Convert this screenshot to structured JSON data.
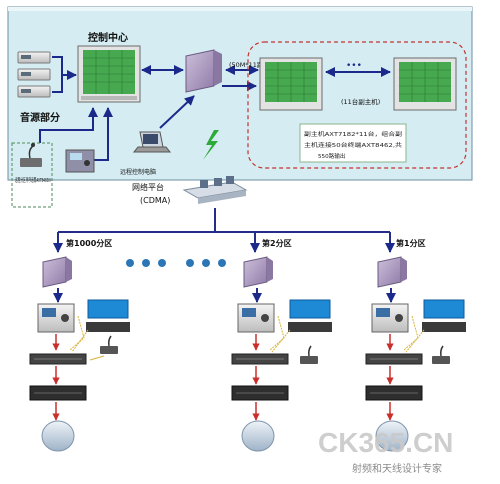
{
  "labels": {
    "control_center": "控制中心",
    "audio_source": "音源部分",
    "remote_control": "远程控制电脑",
    "remote_paging": "远程分区寻呼话筒AXT8465IV",
    "link_50m": "(50M*11路)",
    "host_count": "(11台副主机)",
    "ellipsis": "•••",
    "info_line1": "副主机AXT7182*11台，组合副",
    "info_line2": "主机连接50台终端AXT8462,共",
    "info_line3": "550路输出",
    "network_1": "网络平台",
    "network_2": "(CDMA)",
    "zone_1000": "第1000分区",
    "zone_2": "第2分区",
    "zone_1": "第1分区",
    "watermark_main": "CK365.CN",
    "watermark_sub": "射频和天线设计专家"
  },
  "colors": {
    "link_arrow": "#1b2a8a",
    "zone_line": "#232c8a",
    "center_bg": "#d5edf2",
    "dashed_border": "#c4332f",
    "monitor_screen": "#46a84f",
    "lightning": "#2eaa3a",
    "dots": "#2c76b6",
    "watermark": "#c9c9c9"
  }
}
